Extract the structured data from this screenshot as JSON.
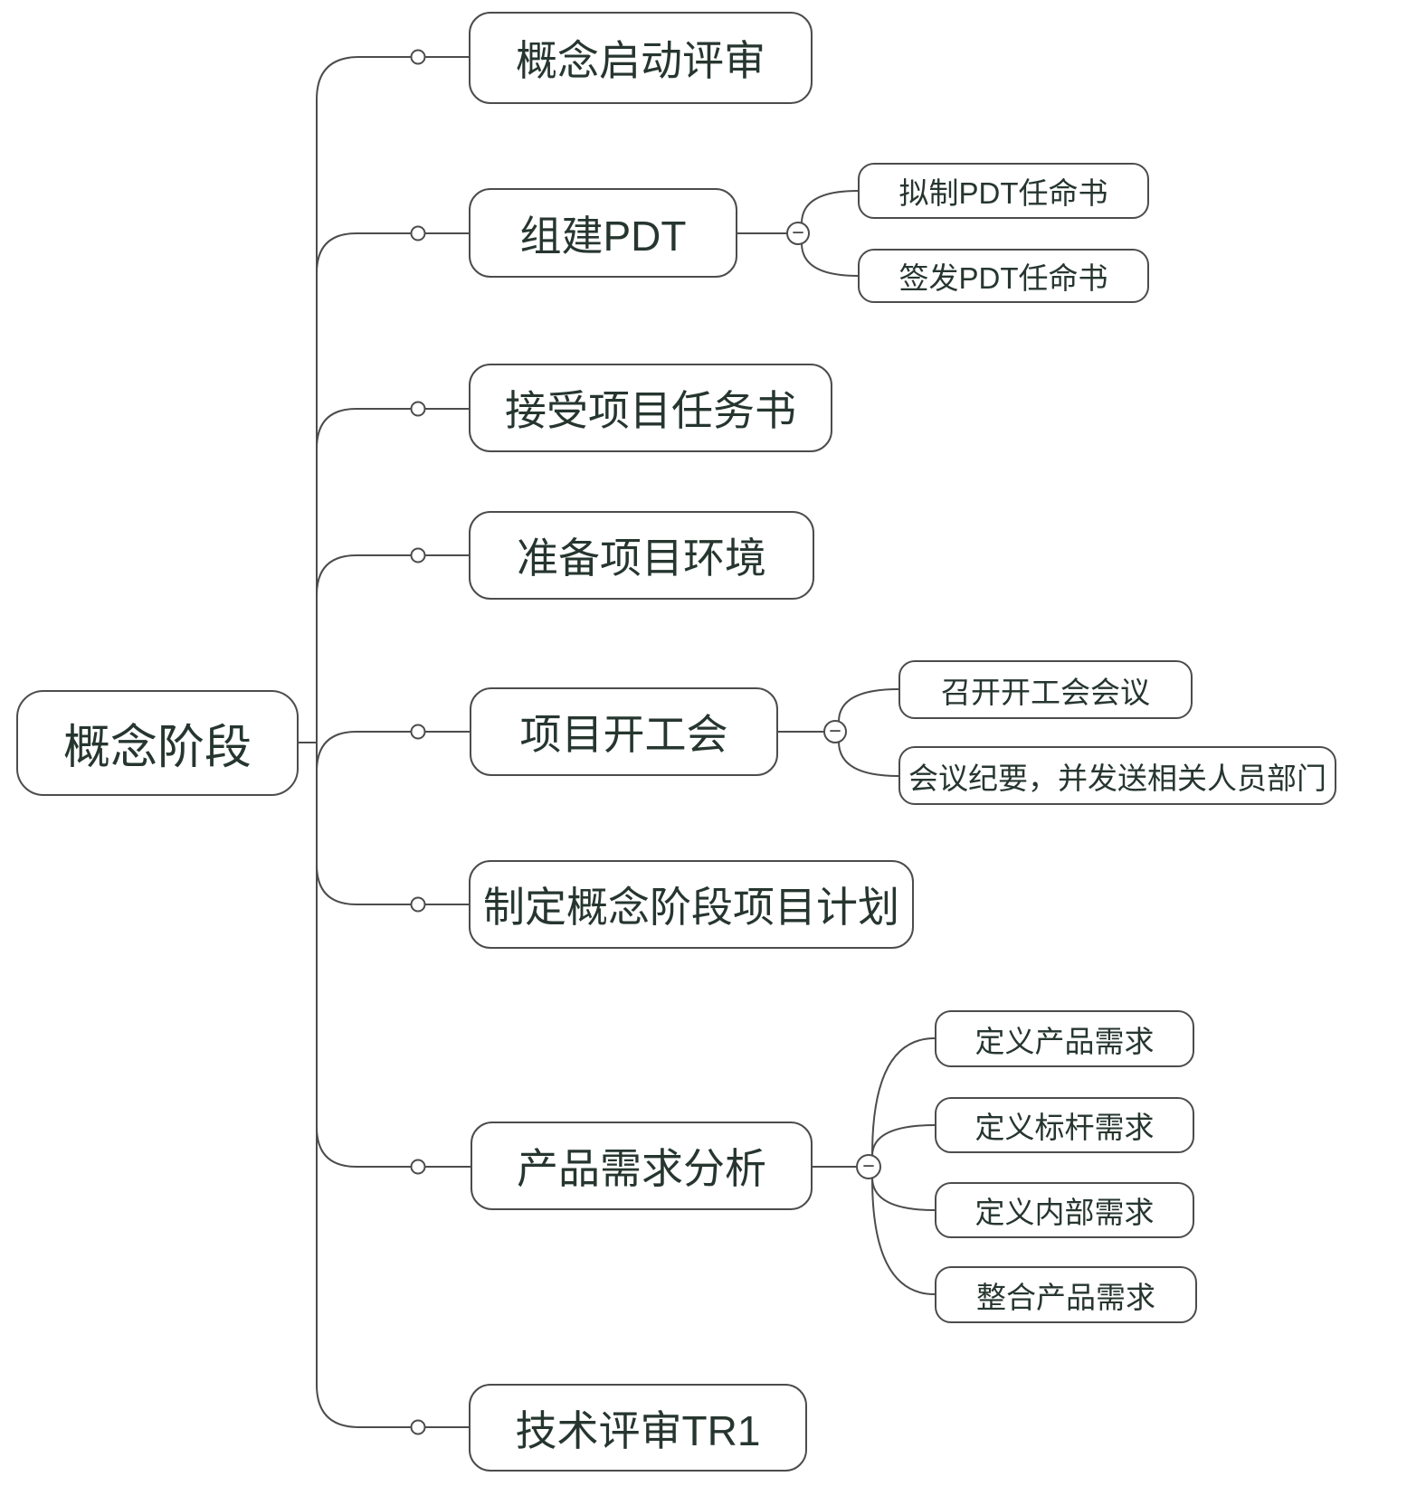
{
  "root": {
    "label": "概念阶段"
  },
  "branches": [
    {
      "label": "概念启动评审",
      "children": []
    },
    {
      "label": "组建PDT",
      "children": [
        {
          "label": "拟制PDT任命书"
        },
        {
          "label": "签发PDT任命书"
        }
      ]
    },
    {
      "label": "接受项目任务书",
      "children": []
    },
    {
      "label": "准备项目环境",
      "children": []
    },
    {
      "label": "项目开工会",
      "children": [
        {
          "label": "召开开工会会议"
        },
        {
          "label": "会议纪要，并发送相关人员部门"
        }
      ]
    },
    {
      "label": "制定概念阶段项目计划",
      "children": []
    },
    {
      "label": "产品需求分析",
      "children": [
        {
          "label": "定义产品需求"
        },
        {
          "label": "定义标杆需求"
        },
        {
          "label": "定义内部需求"
        },
        {
          "label": "整合产品需求"
        }
      ]
    },
    {
      "label": "技术评审TR1",
      "children": []
    }
  ],
  "icons": {
    "collapse": "−"
  },
  "colors": {
    "line": "#4c4c4c",
    "text": "#26362f",
    "background": "#ffffff"
  }
}
